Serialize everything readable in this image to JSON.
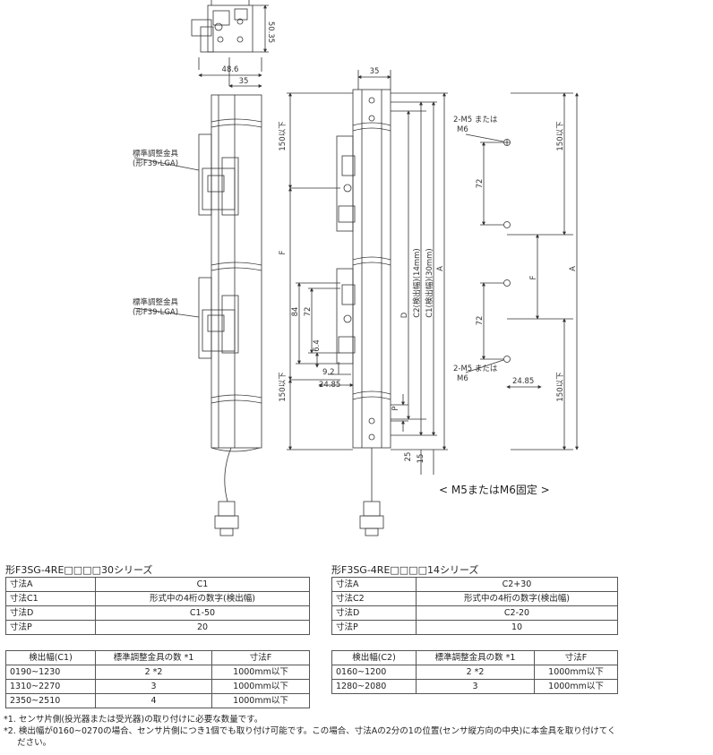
{
  "drawing": {
    "top_dim": "50.35",
    "w48": "48.6",
    "w35a": "35",
    "w35b": "35",
    "bracket_label_1": "標準調整金具",
    "bracket_model_1": "(形F39-LGA)",
    "bracket_label_2": "標準調整金具",
    "bracket_model_2": "(形F39-LGA)",
    "dim_150_top_left": "150以下",
    "dim_F_left": "F",
    "dim_150_bot_left": "150以下",
    "dim_84": "84",
    "dim_72_left": "72",
    "dim_64": "6.4",
    "dim_92": "9.2",
    "dim_2485_left": "24.85",
    "dim_D": "D",
    "dim_C2": "C2(検出幅)(14mm)",
    "dim_C1": "C1(検出幅)(30mm)",
    "dim_A_mid": "A",
    "dim_P": "P",
    "dim_25": "25",
    "dim_15": "15",
    "hole_label_top_1": "2-M5 または",
    "hole_label_top_2": "M6",
    "hole_label_bot_1": "2-M5 または",
    "hole_label_bot_2": "M6",
    "dim_72_r1": "72",
    "dim_72_r2": "72",
    "dim_F_right": "F",
    "dim_A_right": "A",
    "dim_150_top_right": "150以下",
    "dim_150_bot_right": "150以下",
    "dim_2485_right": "24.85",
    "fix_label": "< M5またはM6固定 >"
  },
  "series30": {
    "title": "形F3SG-4RE□□□□30シリーズ",
    "dims": [
      {
        "k": "寸法A",
        "v": "C1"
      },
      {
        "k": "寸法C1",
        "v": "形式中の4桁の数字(検出幅)"
      },
      {
        "k": "寸法D",
        "v": "C1-50"
      },
      {
        "k": "寸法P",
        "v": "20"
      }
    ],
    "headers": [
      "検出幅(C1)",
      "標準調整金具の数 *1",
      "寸法F"
    ],
    "rows": [
      [
        "0190~1230",
        "2 *2",
        "1000mm以下"
      ],
      [
        "1310~2270",
        "3",
        "1000mm以下"
      ],
      [
        "2350~2510",
        "4",
        "1000mm以下"
      ]
    ]
  },
  "series14": {
    "title": "形F3SG-4RE□□□□14シリーズ",
    "dims": [
      {
        "k": "寸法A",
        "v": "C2+30"
      },
      {
        "k": "寸法C2",
        "v": "形式中の4桁の数字(検出幅)"
      },
      {
        "k": "寸法D",
        "v": "C2-20"
      },
      {
        "k": "寸法P",
        "v": "10"
      }
    ],
    "headers": [
      "検出幅(C2)",
      "標準調整金具の数 *1",
      "寸法F"
    ],
    "rows": [
      [
        "0160~1200",
        "2 *2",
        "1000mm以下"
      ],
      [
        "1280~2080",
        "3",
        "1000mm以下"
      ]
    ]
  },
  "notes": [
    "*1. センサ片側(投光器または受光器)の取り付けに必要な数量です。",
    "*2. 検出幅が0160~0270の場合、センサ片側につき1個でも取り付け可能です。この場合、寸法Aの2分の1の位置(センサ縦方向の中央)に本金具を取り付けてく",
    "     ださい。"
  ]
}
